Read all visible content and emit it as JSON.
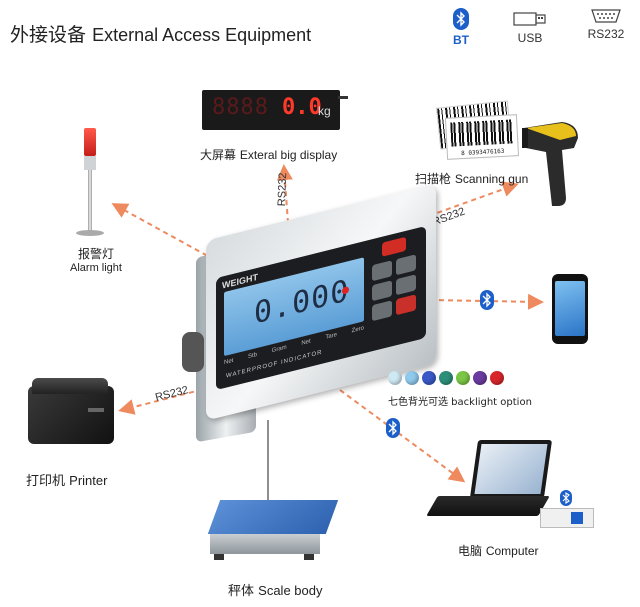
{
  "title": {
    "zh": "外接设备",
    "en": "External Access Equipment"
  },
  "interfaces": [
    {
      "icon": "bluetooth-icon",
      "label": "BT"
    },
    {
      "icon": "usb-icon",
      "label": "USB"
    },
    {
      "icon": "rs232-port-icon",
      "label": "RS232"
    }
  ],
  "big_display": {
    "digits": "8888",
    "value": "0.0",
    "unit": "kg",
    "label_zh": "大屏幕",
    "label_en": "Exteral big display"
  },
  "alarm": {
    "label_zh": "报警灯",
    "label_en": "Alarm light"
  },
  "scanner": {
    "label_zh": "扫描枪",
    "label_en": "Scanning gun",
    "barcode_number": "8 0393476163"
  },
  "phone": {
    "link": "bluetooth"
  },
  "printer": {
    "label_zh": "打印机",
    "label_en": "Printer"
  },
  "computer": {
    "label_zh": "电脑",
    "label_en": "Computer"
  },
  "scale": {
    "label_zh": "秤体",
    "label_en": "Scale body"
  },
  "indicator": {
    "weight_label": "WEIGHT",
    "reading": "0.000",
    "footer": "WATERPROOF INDICATOR",
    "status_labels": [
      "Net",
      "Stb",
      "Gram",
      "Net",
      "Tare",
      "Zero"
    ]
  },
  "backlight": {
    "label": "七色背光可选 backlight option",
    "colors": [
      "#cfe9f4",
      "#8fc9ec",
      "#3a59c6",
      "#2c8f7a",
      "#7cc646",
      "#6a3ba0",
      "#d8262b"
    ]
  },
  "links": {
    "rs232": "RS232",
    "bluetooth_icon": "bluetooth-icon"
  }
}
